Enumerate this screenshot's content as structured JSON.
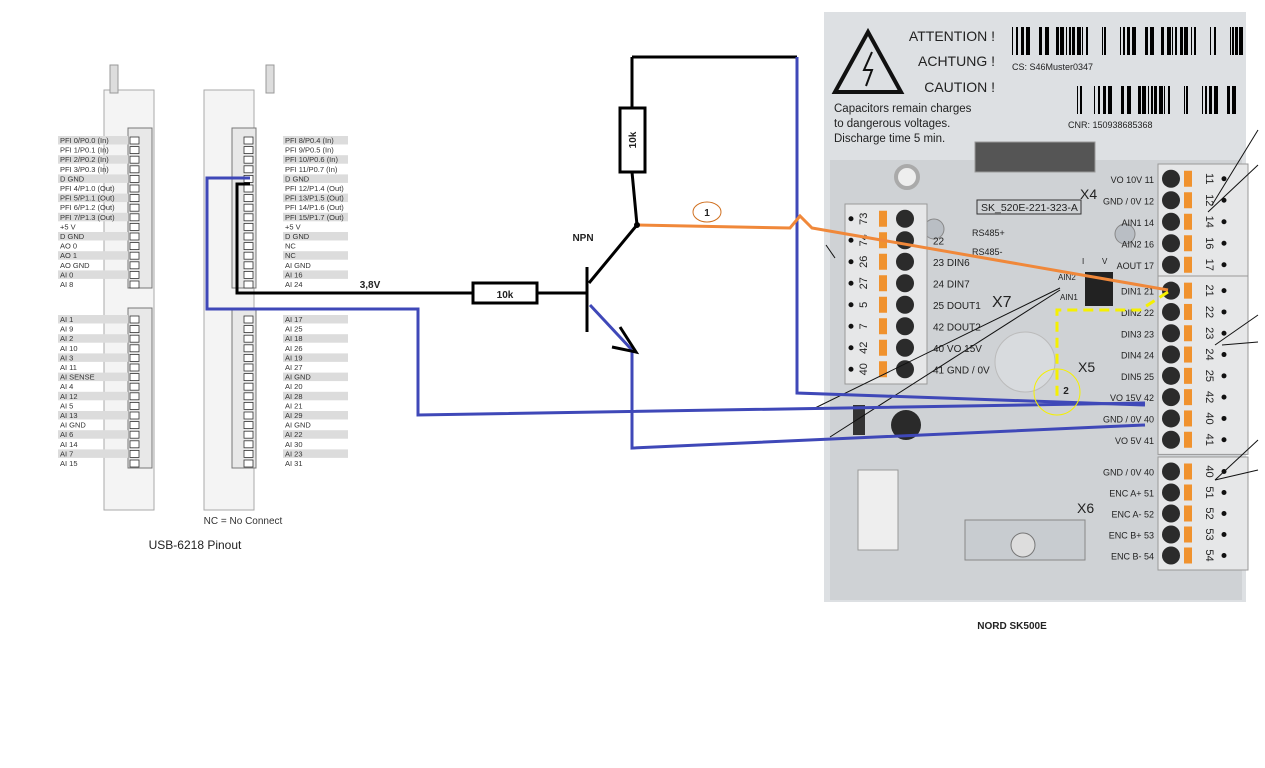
{
  "usb": {
    "title": "USB-6218 Pinout",
    "nc_note": "NC = No Connect",
    "left_top": [
      "PFI 0/P0.0 (In)",
      "PFI 1/P0.1 (In)",
      "PFI 2/P0.2 (In)",
      "PFI 3/P0.3 (In)",
      "D GND",
      "PFI 4/P1.0 (Out)",
      "PFI 5/P1.1 (Out)",
      "PFI 6/P1.2 (Out)",
      "PFI 7/P1.3 (Out)",
      "+5 V",
      "D GND",
      "AO 0",
      "AO 1",
      "AO GND",
      "AI 0",
      "AI 8"
    ],
    "left_bottom": [
      "AI 1",
      "AI 9",
      "AI 2",
      "AI 10",
      "AI 3",
      "AI 11",
      "AI SENSE",
      "AI 4",
      "AI 12",
      "AI 5",
      "AI 13",
      "AI GND",
      "AI 6",
      "AI 14",
      "AI 7",
      "AI 15"
    ],
    "right_top": [
      "PFI 8/P0.4 (In)",
      "PFI 9/P0.5 (In)",
      "PFI 10/P0.6 (In)",
      "PFI 11/P0.7 (In)",
      "D GND",
      "PFI 12/P1.4 (Out)",
      "PFI 13/P1.5 (Out)",
      "PFI 14/P1.6 (Out)",
      "PFI 15/P1.7 (Out)",
      "+5 V",
      "D GND",
      "NC",
      "NC",
      "AI GND",
      "AI 16",
      "AI 24"
    ],
    "right_bottom": [
      "AI 17",
      "AI 25",
      "AI 18",
      "AI 26",
      "AI 19",
      "AI 27",
      "AI GND",
      "AI 20",
      "AI 28",
      "AI 21",
      "AI 29",
      "AI GND",
      "AI 22",
      "AI 30",
      "AI 23",
      "AI 31"
    ]
  },
  "circuit": {
    "voltage": "3,8V",
    "resistor_base": "10k",
    "resistor_collector": "10k",
    "transistor": "NPN",
    "marker_1": "1",
    "marker_2": "2",
    "colors": {
      "black": "#000000",
      "blue": "#3f48b8",
      "orange": "#f0883a",
      "yellow": "#f5f000"
    }
  },
  "device": {
    "title": "NORD SK500E",
    "warning": [
      "ATTENTION !",
      "ACHTUNG !",
      "CAUTION !"
    ],
    "warning_text": [
      "Capacitors remain charges",
      "to  dangerous  voltages.",
      "Discharge  time  5  min."
    ],
    "cs": "CS: S46Muster0347",
    "cnr": "CNR: 150938685368",
    "model": "SK_520E-221-323-A",
    "rs485p": "RS485+",
    "rs485m": "RS485-",
    "switch_i": "I",
    "switch_v": "V",
    "ain2": "AIN2",
    "ain1": "AIN1",
    "x4": "X4",
    "x5": "X5",
    "x6": "X6",
    "x7": "X7",
    "x7_pins": [
      "73",
      "74",
      "26",
      "27",
      "5",
      "7",
      "42",
      "40"
    ],
    "x7_labels": [
      "",
      "22",
      "23  DIN6",
      "24  DIN7",
      "25  DOUT1",
      "42  DOUT2",
      "40  VO 15V",
      "41  GND / 0V"
    ],
    "x4_pins": [
      "11",
      "12",
      "14",
      "16",
      "17"
    ],
    "x4_labels": [
      "VO 10V  11",
      "GND / 0V  12",
      "AIN1      14",
      "AIN2      16",
      "AOUT  17"
    ],
    "x5_pins": [
      "21",
      "22",
      "23",
      "24",
      "25",
      "42",
      "40",
      "41"
    ],
    "x5_labels": [
      "DIN1  21",
      "DIN2  22",
      "DIN3  23",
      "DIN4  24",
      "DIN5  25",
      "VO 15V  42",
      "GND / 0V  40",
      "VO 5V  41"
    ],
    "x6_pins": [
      "40",
      "51",
      "52",
      "53",
      "54"
    ],
    "x6_labels": [
      "GND / 0V  40",
      "ENC A+  51",
      "ENC A-   52",
      "ENC B+  53",
      "ENC B-   54"
    ]
  }
}
